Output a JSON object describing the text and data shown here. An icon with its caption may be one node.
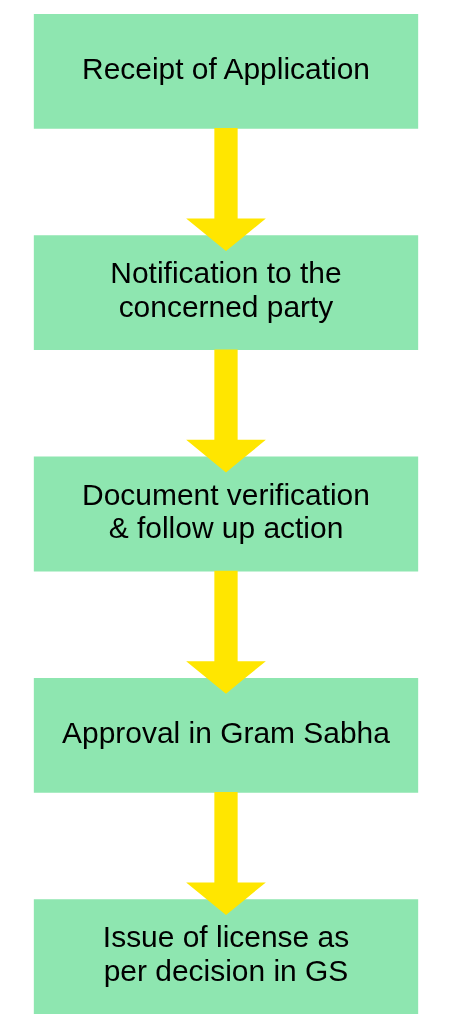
{
  "diagram": {
    "nodes": [
      {
        "text": [
          "Receipt of Application"
        ]
      },
      {
        "text": [
          "Notification to the concerned party"
        ]
      },
      {
        "text": [
          "Document verification & follow up action"
        ]
      },
      {
        "text": [
          "Approval in Gram Sabha"
        ]
      },
      {
        "text": [
          "Issue of license as per decision in GS"
        ]
      }
    ],
    "edges": [
      {
        "from": 0,
        "to": 1,
        "arrow": "to"
      },
      {
        "from": 1,
        "to": 2,
        "arrow": "to"
      },
      {
        "from": 2,
        "to": 3,
        "arrow": "to"
      },
      {
        "from": 3,
        "to": 4,
        "arrow": "to"
      }
    ]
  }
}
